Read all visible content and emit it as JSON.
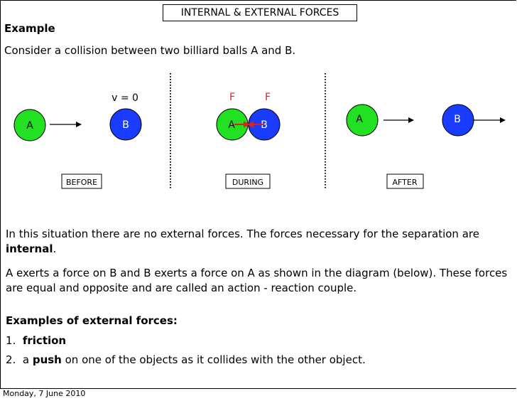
{
  "title": "INTERNAL & EXTERNAL FORCES",
  "heading": "Example",
  "intro": "Consider a collision between two billiard balls A and B.",
  "diagram": {
    "before": {
      "ball_a": "A",
      "ball_b": "B",
      "velocity_label": "v = 0",
      "stage_label": "BEFORE"
    },
    "during": {
      "ball_a": "A",
      "ball_b": "B",
      "force_left": "F",
      "force_right": "F",
      "stage_label": "DURING"
    },
    "after": {
      "ball_a": "A",
      "ball_b": "B",
      "stage_label": "AFTER"
    },
    "colors": {
      "ball_a": "#22e022",
      "ball_b": "#1a3cff",
      "force": "#e02020"
    }
  },
  "paragraph1": {
    "pre": "In this situation there are no external forces. The forces necessary for the separation are ",
    "bold": "internal",
    "post": "."
  },
  "paragraph2": "A exerts a force on B and B exerts a force on A as shown in the diagram (below). These forces are equal and opposite and are called an action - reaction couple.",
  "external_heading": "Examples of external forces:",
  "list": [
    {
      "num": "1.",
      "pre": "",
      "bold": "friction",
      "post": ""
    },
    {
      "num": "2.",
      "pre": "a ",
      "bold": "push",
      "post": " on one of the objects as it collides with the other object."
    }
  ],
  "footer": "Monday, 7 June 2010"
}
